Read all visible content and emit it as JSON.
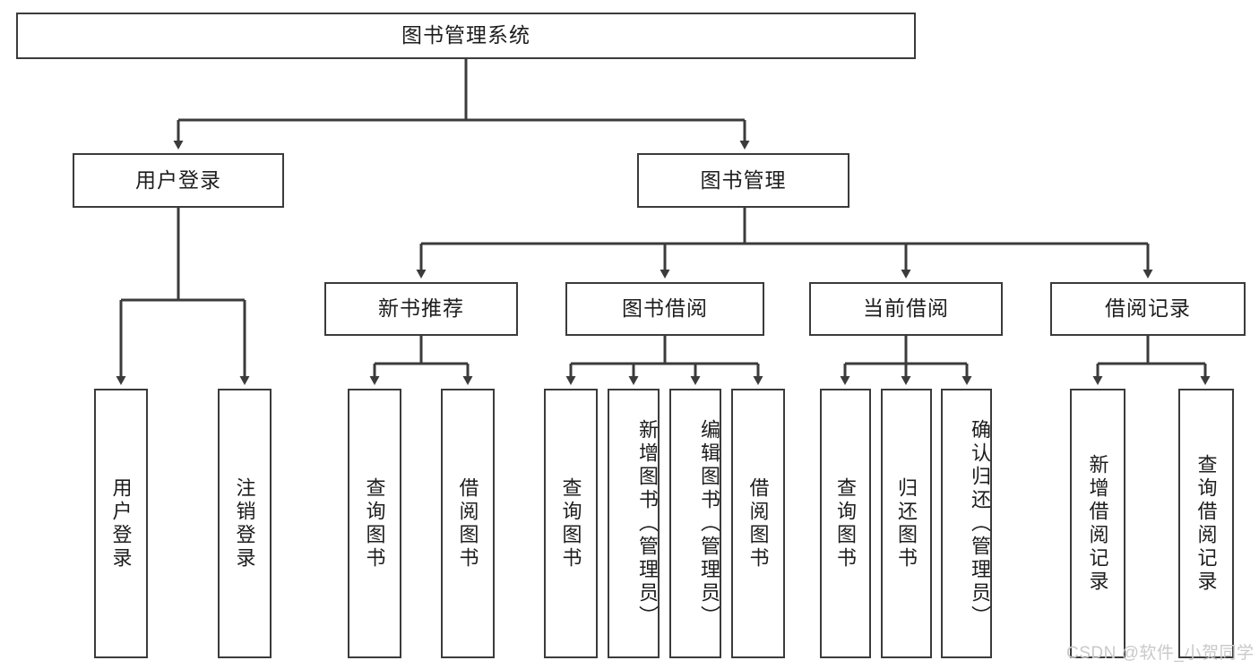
{
  "diagram": {
    "title": "图书管理系统",
    "type": "hierarchy-tree",
    "stroke_color": "#3b3b3b",
    "background_color": "#ffffff",
    "text_color": "#1d1d1d"
  },
  "root": {
    "label": "图书管理系统"
  },
  "level2": [
    {
      "label": "用户登录"
    },
    {
      "label": "图书管理"
    }
  ],
  "level3": [
    {
      "label": "新书推荐"
    },
    {
      "label": "图书借阅"
    },
    {
      "label": "当前借阅"
    },
    {
      "label": "借阅记录"
    }
  ],
  "leaves": {
    "user_login": [
      {
        "label": "用户登录"
      },
      {
        "label": "注销登录"
      }
    ],
    "new_book_recommend": [
      {
        "label": "查询图书"
      },
      {
        "label": "借阅图书"
      }
    ],
    "book_borrow": [
      {
        "label": "查询图书"
      },
      {
        "label": "新增图书（管理员）"
      },
      {
        "label": "编辑图书（管理员）"
      },
      {
        "label": "借阅图书"
      }
    ],
    "current_borrow": [
      {
        "label": "查询图书"
      },
      {
        "label": "归还图书"
      },
      {
        "label": "确认归还（管理员）"
      }
    ],
    "borrow_record": [
      {
        "label": "新增借阅记录"
      },
      {
        "label": "查询借阅记录"
      }
    ]
  },
  "watermark": {
    "text": "CSDN @软件_小贺同学"
  }
}
